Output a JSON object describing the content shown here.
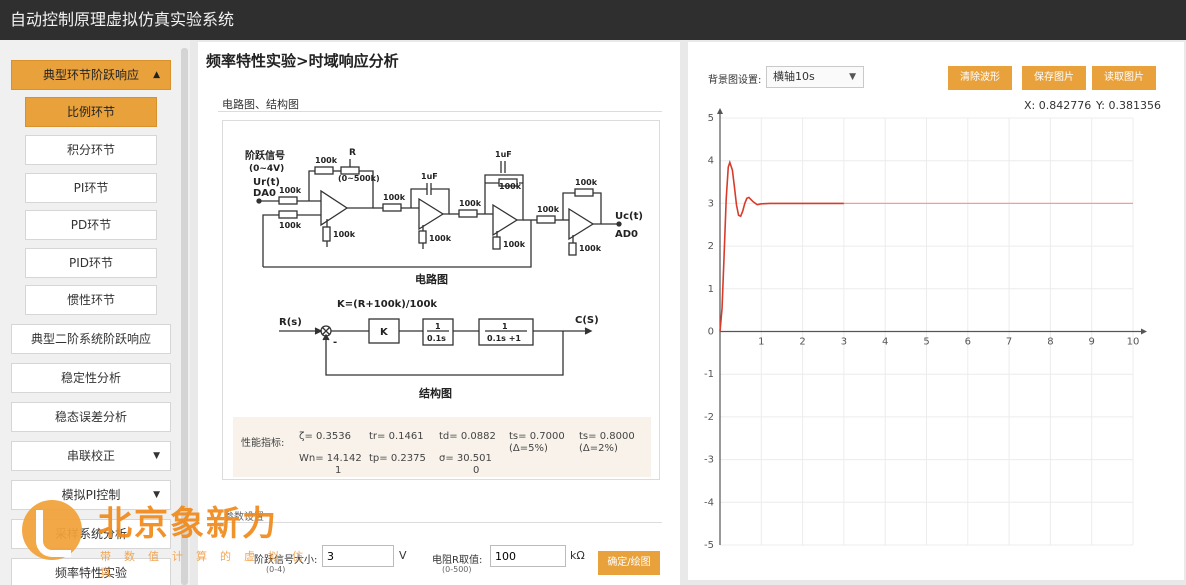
{
  "app": {
    "title": "自动控制原理虚拟仿真实验系统"
  },
  "sidebar": {
    "groups": [
      {
        "label": "典型环节阶跃响应",
        "chevron": "▲",
        "active": true
      },
      {
        "label": "比例环节",
        "active": true
      },
      {
        "label": "积分环节"
      },
      {
        "label": "PI环节"
      },
      {
        "label": "PD环节"
      },
      {
        "label": "PID环节"
      },
      {
        "label": "惯性环节"
      },
      {
        "label": "典型二阶系统阶跃响应"
      },
      {
        "label": "稳定性分析"
      },
      {
        "label": "稳态误差分析"
      },
      {
        "label": "串联校正",
        "chevron": "▼"
      },
      {
        "label": "模拟PI控制",
        "chevron": "▼"
      },
      {
        "label": "采样系统分析"
      },
      {
        "label": "频率特性实验"
      }
    ]
  },
  "main": {
    "breadcrumb": "频率特性实验>时域响应分析",
    "diagram_section_title": "电路图、结构图",
    "circuit": {
      "caption": "电路图",
      "input_label": "阶跃信号",
      "input_range": "(0~4V)",
      "input_var": "Ur(t)",
      "input_port": "DA0",
      "output_var": "Uc(t)",
      "output_port": "AD0",
      "r100k": "100k",
      "pot": "R",
      "pot_range": "(0~500k)",
      "cap": "1uF"
    },
    "structure": {
      "caption": "结构图",
      "gain_formula": "K=(R+100k)/100k",
      "input": "R(s)",
      "output": "C(S)",
      "block_k": "K",
      "block2_num": "1",
      "block2_den": "0.1s",
      "block3_num": "1",
      "block3_den": "0.1s +1",
      "sum_sign": "-"
    },
    "metrics": {
      "label": "性能指标:",
      "zeta": "ζ=  0.3536",
      "tr": "tr=  0.1461",
      "td": "td=  0.0882",
      "ts5": "ts=  0.7000",
      "ts5_note": "(Δ=5%)",
      "ts2": "ts=  0.8000",
      "ts2_note": "(Δ=2%)",
      "wn": "Wn=  14.142",
      "wn_cont": "1",
      "tp": "tp=  0.2375",
      "sigma": "σ=    30.501",
      "sigma_cont": "0"
    },
    "params_title": "参数设置",
    "params": {
      "step_label": "阶跃信号大小:",
      "step_range": "(0-4)",
      "step_value": "3",
      "step_unit": "V",
      "r_label": "电阻R取值:",
      "r_range": "(0-500)",
      "r_value": "100",
      "r_unit": "kΩ",
      "confirm": "确定/绘图"
    }
  },
  "right": {
    "bg_label": "背景图设置:",
    "select_value": "横轴10s",
    "clear_btn": "清除波形",
    "save_btn": "保存图片",
    "read_btn": "读取图片",
    "x_readout": "X:  0.842776",
    "y_readout": "Y:  0.381356"
  },
  "logo": {
    "name": "北京象新力",
    "slogan": "带数值计算的虚拟仿真"
  },
  "chart_data": {
    "type": "line",
    "xlim": [
      0,
      10
    ],
    "ylim": [
      -5,
      5
    ],
    "x_ticks": [
      1,
      2,
      3,
      4,
      5,
      6,
      7,
      8,
      9,
      10
    ],
    "y_ticks": [
      -5,
      -4,
      -3,
      -2,
      -1,
      0,
      1,
      2,
      3,
      4,
      5
    ],
    "grid": true,
    "series": [
      {
        "color": "#d93b2b",
        "x": [
          0,
          0.05,
          0.1,
          0.15,
          0.2,
          0.2375,
          0.3,
          0.35,
          0.4,
          0.45,
          0.5,
          0.55,
          0.6,
          0.65,
          0.7,
          0.8,
          0.9,
          1.0,
          1.2,
          1.5,
          2.0,
          3.0
        ],
        "y": [
          0,
          0.55,
          1.8,
          3.1,
          3.85,
          3.96,
          3.78,
          3.38,
          2.96,
          2.72,
          2.7,
          2.82,
          3.0,
          3.12,
          3.14,
          3.04,
          2.97,
          2.99,
          3.0,
          3.0,
          3.0,
          3.0
        ]
      },
      {
        "color": "#f0a090",
        "x": [
          3,
          10
        ],
        "y": [
          3,
          3
        ]
      }
    ]
  }
}
